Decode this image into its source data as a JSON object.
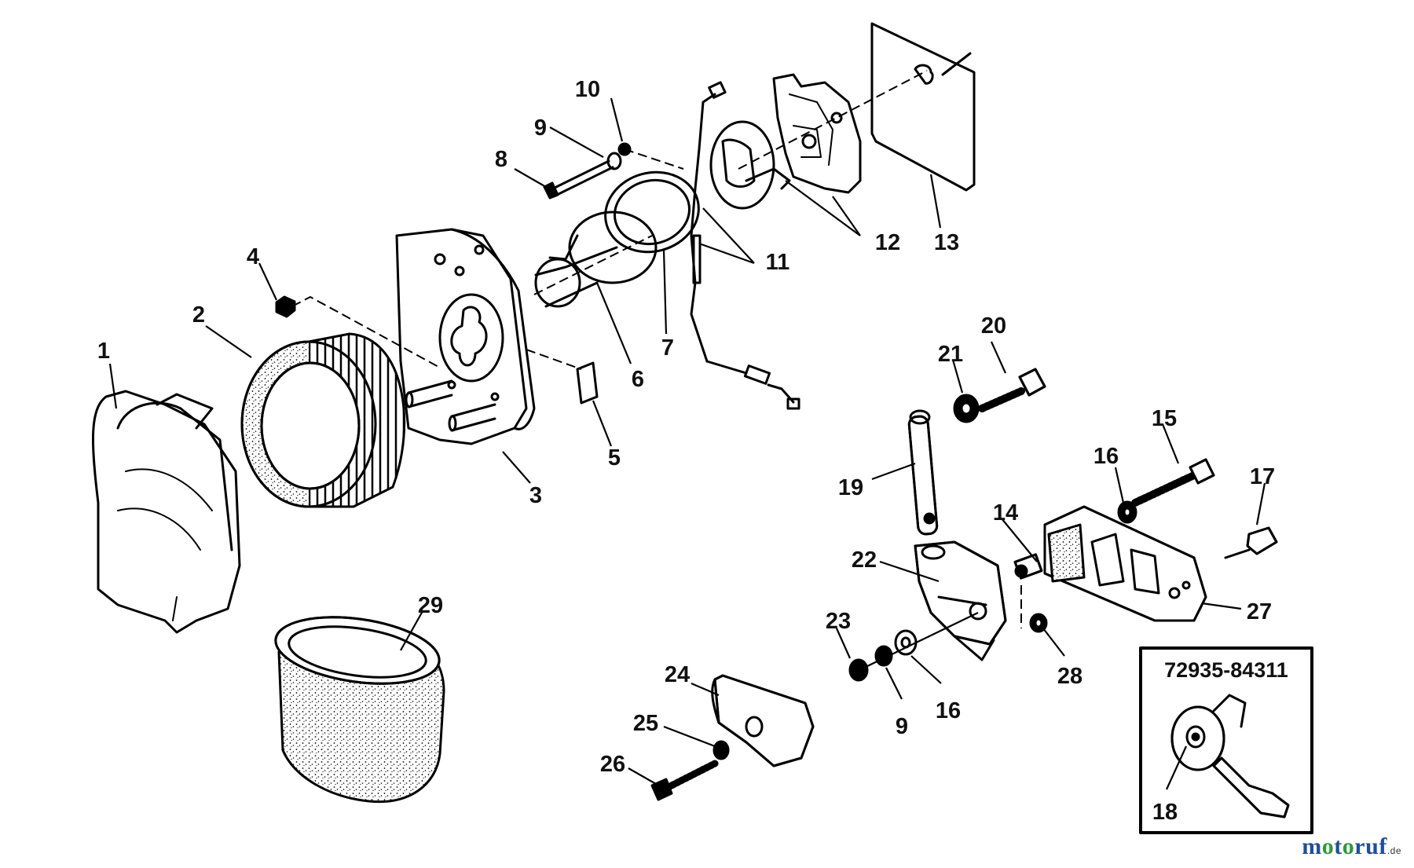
{
  "diagram": {
    "callouts": [
      {
        "id": "c1",
        "text": "1"
      },
      {
        "id": "c2",
        "text": "2"
      },
      {
        "id": "c3",
        "text": "3"
      },
      {
        "id": "c4",
        "text": "4"
      },
      {
        "id": "c5",
        "text": "5"
      },
      {
        "id": "c6",
        "text": "6"
      },
      {
        "id": "c7",
        "text": "7"
      },
      {
        "id": "c8",
        "text": "8"
      },
      {
        "id": "c9a",
        "text": "9"
      },
      {
        "id": "c10",
        "text": "10"
      },
      {
        "id": "c11",
        "text": "11"
      },
      {
        "id": "c12",
        "text": "12"
      },
      {
        "id": "c13",
        "text": "13"
      },
      {
        "id": "c14",
        "text": "14"
      },
      {
        "id": "c15",
        "text": "15"
      },
      {
        "id": "c16a",
        "text": "16"
      },
      {
        "id": "c17",
        "text": "17"
      },
      {
        "id": "c19",
        "text": "19"
      },
      {
        "id": "c20",
        "text": "20"
      },
      {
        "id": "c21",
        "text": "21"
      },
      {
        "id": "c22",
        "text": "22"
      },
      {
        "id": "c23",
        "text": "23"
      },
      {
        "id": "c24",
        "text": "24"
      },
      {
        "id": "c25",
        "text": "25"
      },
      {
        "id": "c26",
        "text": "26"
      },
      {
        "id": "c9b",
        "text": "9"
      },
      {
        "id": "c16b",
        "text": "16"
      },
      {
        "id": "c27",
        "text": "27"
      },
      {
        "id": "c28",
        "text": "28"
      },
      {
        "id": "c29",
        "text": "29"
      },
      {
        "id": "c18",
        "text": "18"
      }
    ],
    "inset": {
      "part_number": "72935-84311"
    }
  },
  "watermark": {
    "text": "motoruf",
    "suffix": ".de",
    "colors": {
      "primary": "#1f4e9a",
      "accent": "#2e9a3a"
    }
  }
}
